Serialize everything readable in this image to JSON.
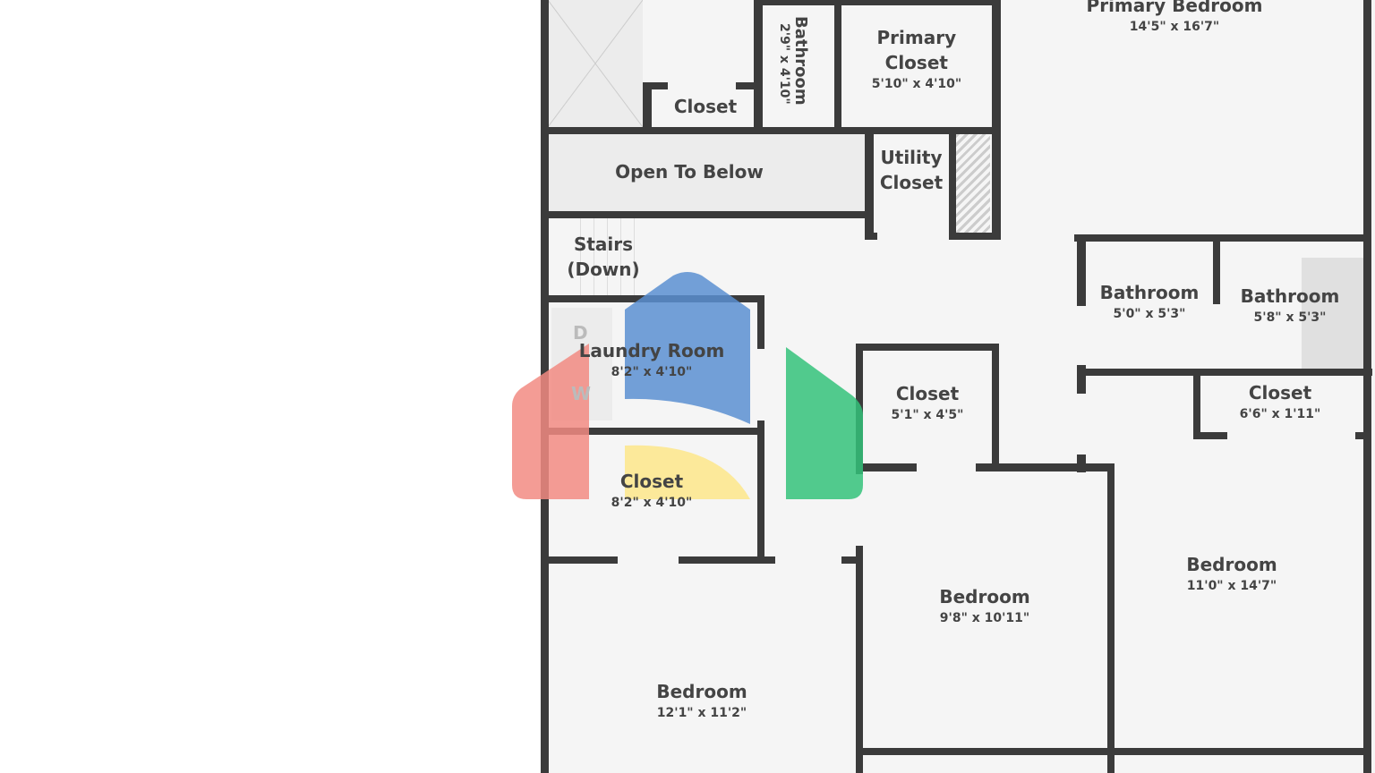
{
  "floor_plan": {
    "rooms": [
      {
        "name": "Primary Bedroom",
        "dims": "14'5\" x 16'7\""
      },
      {
        "name": "Primary Closet",
        "dims": "5'10\" x 4'10\""
      },
      {
        "name": "Bathroom",
        "dims": "2'9\" x 4'10\""
      },
      {
        "name": "Closet",
        "dims": ""
      },
      {
        "name": "Open To Below",
        "dims": ""
      },
      {
        "name": "Utility Closet",
        "dims": ""
      },
      {
        "name": "Stairs (Down)",
        "dims": ""
      },
      {
        "name": "Laundry Room",
        "dims": "8'2\" x 4'10\""
      },
      {
        "name": "Closet",
        "dims": "8'2\" x 4'10\""
      },
      {
        "name": "Bathroom",
        "dims": "5'0\" x 5'3\""
      },
      {
        "name": "Bathroom",
        "dims": "5'8\" x 5'3\""
      },
      {
        "name": "Closet",
        "dims": "5'1\" x 4'5\""
      },
      {
        "name": "Closet",
        "dims": "6'6\" x 1'11\""
      },
      {
        "name": "Bedroom",
        "dims": "11'0\" x 14'7\""
      },
      {
        "name": "Bedroom",
        "dims": "9'8\" x 10'11\""
      },
      {
        "name": "Bedroom",
        "dims": "12'1\" x 11'2\""
      }
    ],
    "appliances": {
      "dryer": "D",
      "washer": "W"
    }
  },
  "overlay_logo": {
    "icon": "google-home-logo",
    "colors": {
      "red": "#f28b82",
      "blue": "#5b8fd1",
      "green": "#34c27a",
      "yellow": "#fde68a"
    }
  }
}
